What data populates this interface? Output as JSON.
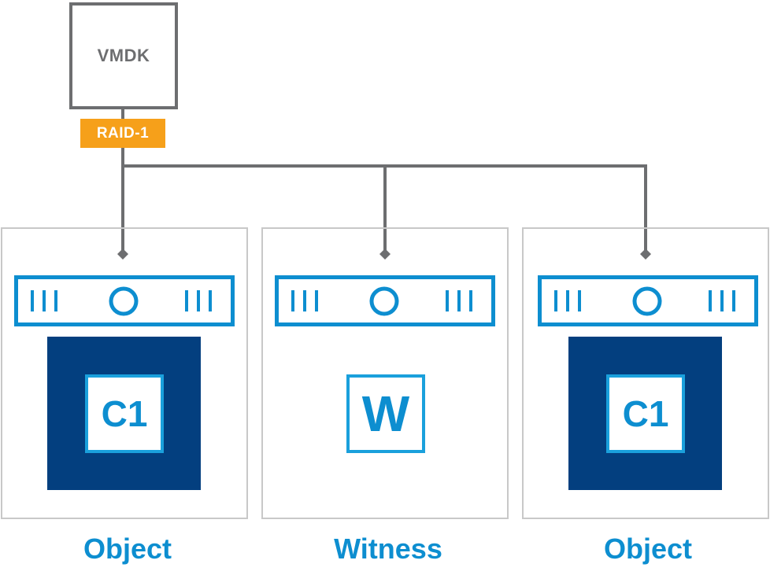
{
  "vmdk": {
    "label": "VMDK"
  },
  "raid": {
    "label": "RAID-1"
  },
  "hosts": [
    {
      "component": "C1",
      "label": "Object"
    },
    {
      "component": "W",
      "label": "Witness"
    },
    {
      "component": "C1",
      "label": "Object"
    }
  ],
  "colors": {
    "gray": "#6d6e70",
    "orange": "#f6a01a",
    "blue": "#0d8ed0",
    "navy": "#033f7f",
    "host_border": "#c8c8c8"
  }
}
